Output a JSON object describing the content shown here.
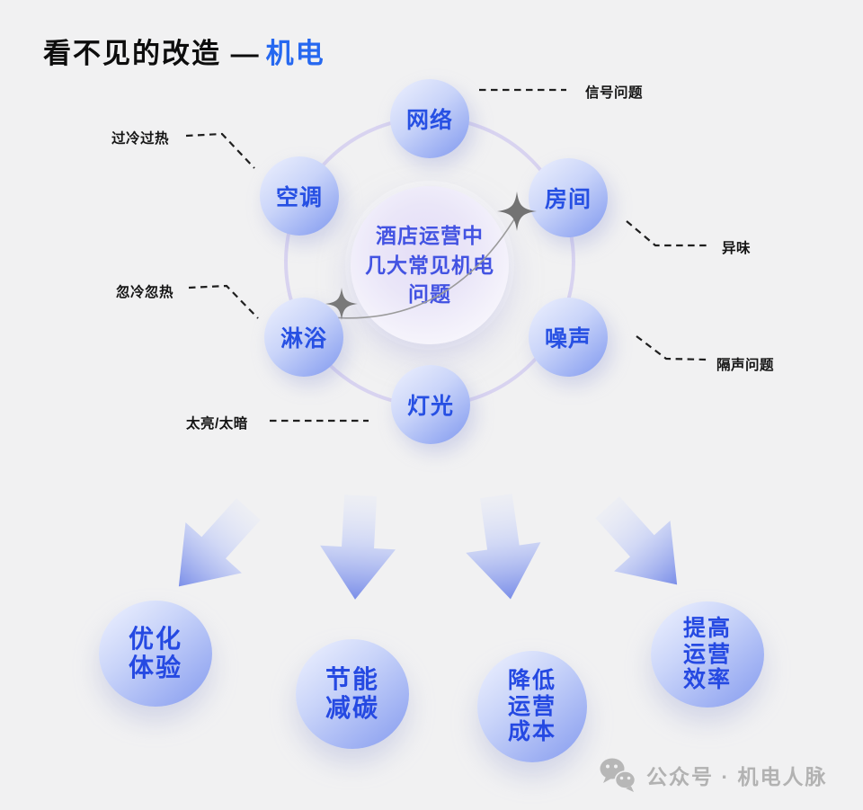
{
  "title": {
    "main": "看不见的改造 —",
    "accent": "机电"
  },
  "hub": {
    "lines": [
      "酒店运营中",
      "几大常见机电",
      "问题"
    ]
  },
  "nodes": [
    {
      "id": "network",
      "label": "网络"
    },
    {
      "id": "ac",
      "label": "空调"
    },
    {
      "id": "room",
      "label": "房间"
    },
    {
      "id": "shower",
      "label": "淋浴"
    },
    {
      "id": "noise",
      "label": "噪声"
    },
    {
      "id": "light",
      "label": "灯光"
    }
  ],
  "callouts": [
    {
      "id": "signal",
      "label": "信号问题"
    },
    {
      "id": "over-temp",
      "label": "过冷过热"
    },
    {
      "id": "odor",
      "label": "异味"
    },
    {
      "id": "fluctuating-temp",
      "label": "忽冷忽热"
    },
    {
      "id": "sound-insulation",
      "label": "隔声问题"
    },
    {
      "id": "brightness",
      "label": "太亮/太暗"
    }
  ],
  "outcomes": [
    {
      "lines": [
        "优化",
        "体验"
      ]
    },
    {
      "lines": [
        "节能",
        "减碳"
      ]
    },
    {
      "lines": [
        "降低",
        "运营",
        "成本"
      ]
    },
    {
      "lines": [
        "提高",
        "运营",
        "效率"
      ]
    }
  ],
  "watermark": {
    "label": "公众号 · 机电人脉"
  },
  "icons": {
    "sparkle": "four-point-star",
    "watermark_logo": "wechat-logo",
    "arrow": "thick-down-arrow"
  },
  "colors": {
    "background": "#f1f1f2",
    "title_accent": "#2668f0",
    "node_text": "#2750e3",
    "hub_text": "#4353e2",
    "outcome_text": "#2549e2",
    "callout_text": "#141414",
    "orbit_ring": "#d8d3f0",
    "circle_gradient_light": "#eef1fd",
    "circle_gradient_deep": "#7e96ee",
    "arrow_deep": "#7489e8",
    "watermark_gray": "#b2b2b2"
  }
}
